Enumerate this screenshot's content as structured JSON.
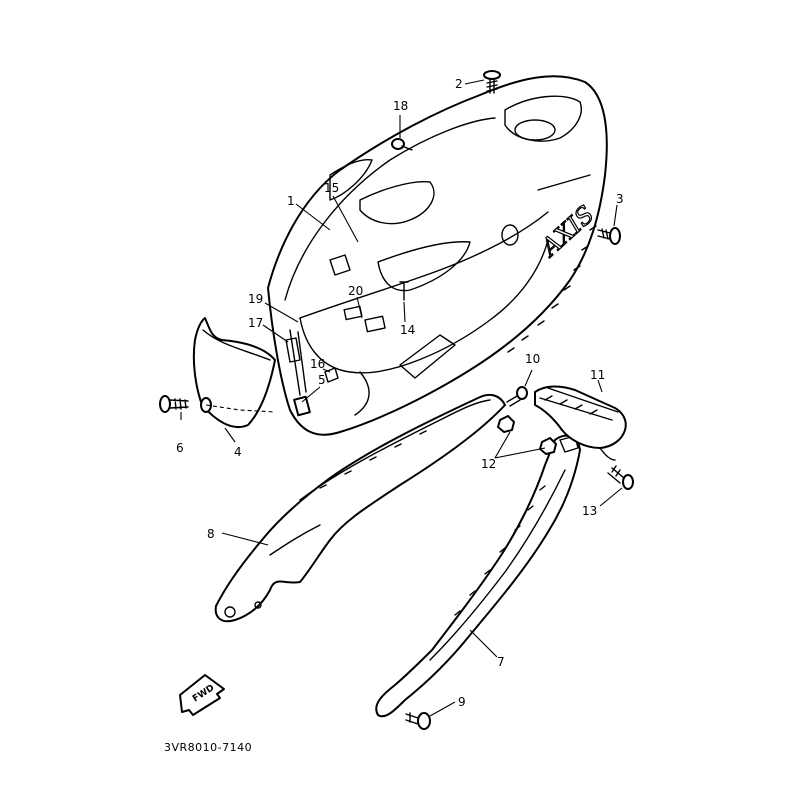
{
  "callouts": {
    "c1": "1",
    "c2": "2",
    "c3": "3",
    "c4": "4",
    "c5": "5",
    "c6": "6",
    "c7": "7",
    "c8": "8",
    "c9": "9",
    "c10": "10",
    "c11": "11",
    "c12": "12",
    "c13": "13",
    "c14": "14",
    "c15": "15",
    "c16": "16",
    "c17": "17",
    "c18": "18",
    "c19": "19",
    "c20": "20"
  },
  "brand_mark": "AXIS",
  "direction_badge": "FWD",
  "diagram_code": "3VR8010-7140"
}
